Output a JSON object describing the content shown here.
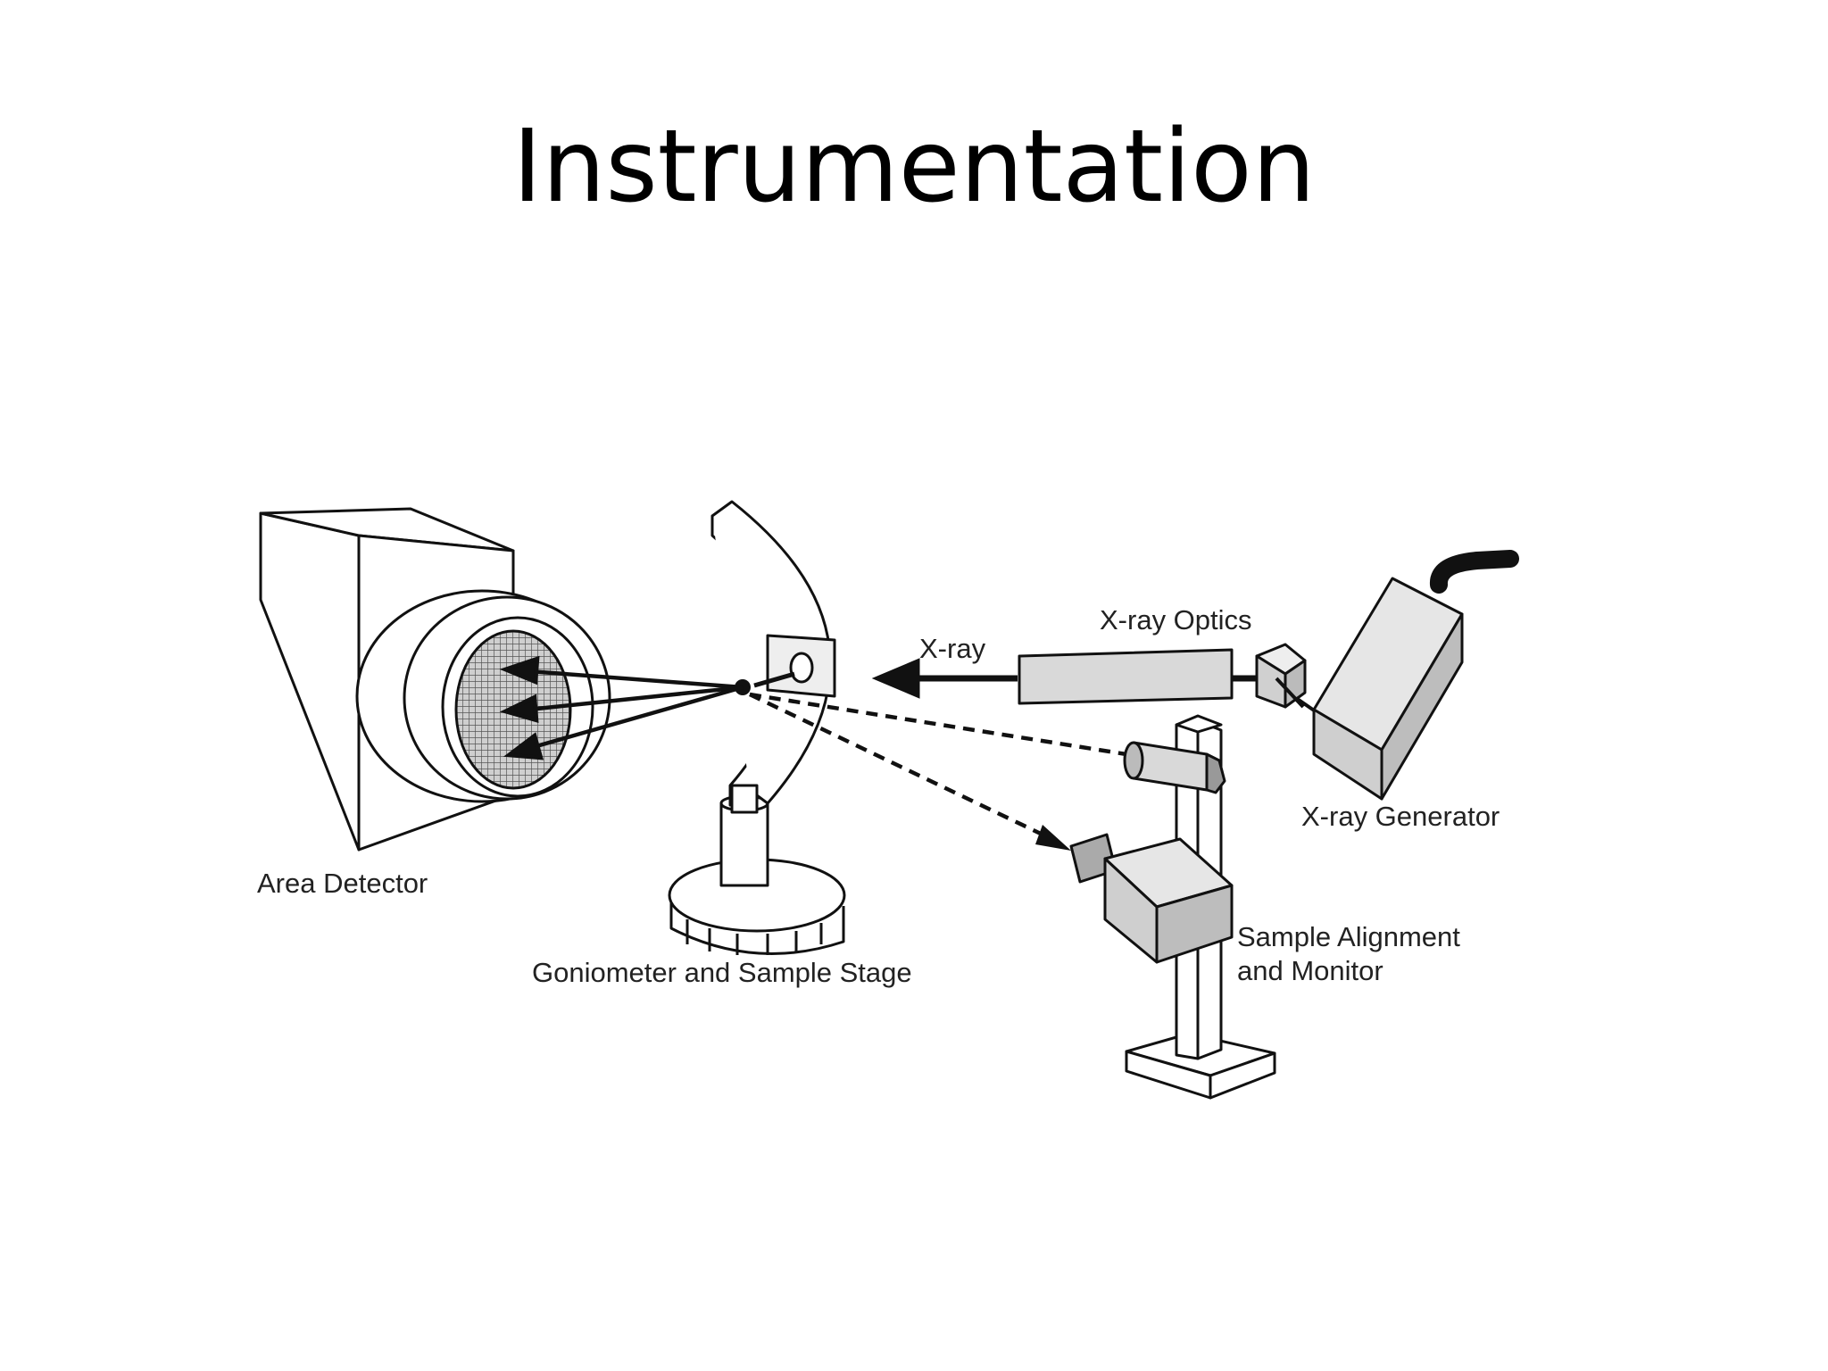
{
  "title": "Instrumentation",
  "labels": {
    "area_detector": "Area Detector",
    "goniometer": "Goniometer and Sample Stage",
    "xray": "X-ray",
    "xray_optics": "X-ray Optics",
    "xray_generator": "X-ray Generator",
    "sample_alignment_line1": "Sample Alignment",
    "sample_alignment_line2": "and Monitor"
  },
  "colors": {
    "line": "#111111",
    "component_fill": "#d9d9d9",
    "detector_mesh": "#777777"
  }
}
